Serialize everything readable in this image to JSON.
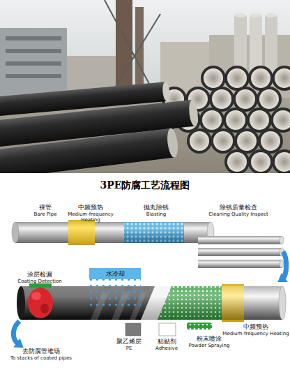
{
  "diagram": {
    "title": "3PE防腐工艺流程图",
    "nodes": [
      {
        "text": [
          "裸管",
          "Bare Pipe"
        ]
      },
      {
        "text": [
          "中频预热",
          "Medium-frequency Heating"
        ]
      },
      {
        "text": [
          "抛丸除锈",
          "Blasting"
        ]
      },
      {
        "text": [
          "除锈质量检查",
          "Cleaning Quality Inspect"
        ]
      },
      {
        "text": [
          "中频预热",
          "Medium-frequency Heating"
        ]
      },
      {
        "text": [
          "粉末喷涂",
          "Powder Spraying"
        ]
      },
      {
        "text": [
          "粘贴剂",
          "Adhesive"
        ]
      },
      {
        "text": [
          "聚乙烯层",
          "PE"
        ]
      },
      {
        "text": [
          "水冷却"
        ]
      },
      {
        "text": [
          "涂层检漏",
          "Coating Detection"
        ]
      },
      {
        "text": [
          "去防腐管堆场",
          "To stacks of coated pipes"
        ]
      }
    ],
    "edges": [
      {
        "from": 3,
        "to": 4,
        "arrow": "to"
      },
      {
        "from": 9,
        "to": 10,
        "arrow": "to"
      }
    ]
  }
}
